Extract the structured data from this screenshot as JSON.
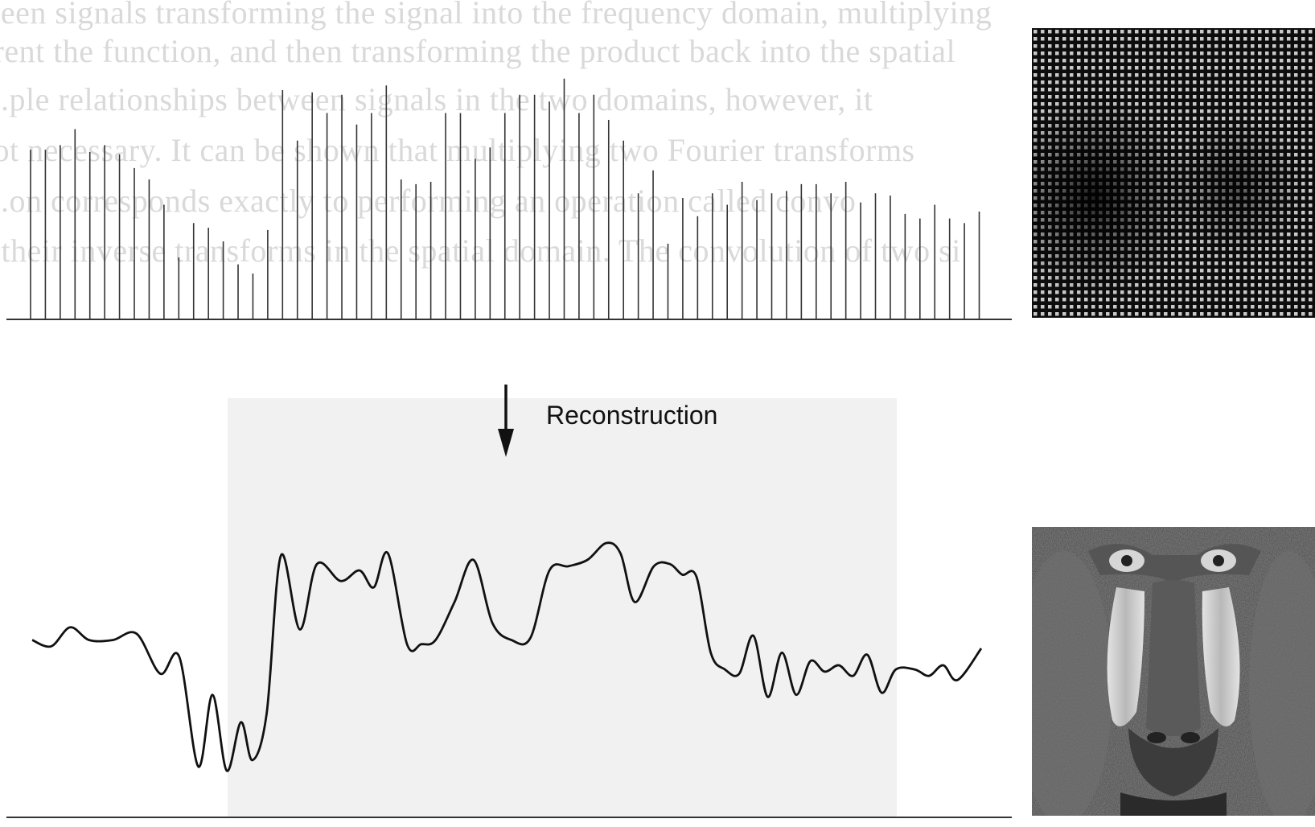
{
  "label": {
    "reconstruction": "Reconstruction"
  },
  "bleed_text": [
    "...ween signals transforming the signal into the frequency domain, multiplying",
    "...rent the function, and then transforming the product back into the spatial",
    "...ple relationships between signals in the two domains, however, it",
    "...ot necessary. It can be shown that multiplying two Fourier transforms",
    "...on corresponds exactly to performing an operation called convo",
    "...their inverse transforms in the spatial domain. The convolution of two si"
  ],
  "colors": {
    "ink": "#111111",
    "paper": "#ffffff",
    "shade": "#f1f1f1",
    "bleed": "#d9d9d9"
  },
  "icons": {
    "arrow": "down-arrow-icon"
  },
  "chart_data": {
    "type": "line",
    "samples": [
      0.74,
      0.74,
      0.76,
      0.83,
      0.73,
      0.76,
      0.72,
      0.66,
      0.61,
      0.5,
      0.27,
      0.42,
      0.4,
      0.34,
      0.24,
      0.2,
      0.39,
      1.0,
      0.78,
      0.99,
      0.9,
      0.98,
      0.85,
      0.9,
      1.02,
      0.61,
      0.59,
      0.6,
      0.9,
      0.9,
      0.7,
      0.75,
      0.9,
      0.98,
      0.98,
      0.95,
      1.05,
      0.9,
      0.98,
      0.87,
      0.78,
      0.55,
      0.65,
      0.33,
      0.53,
      0.45,
      0.55,
      0.5,
      0.6,
      0.52,
      0.55,
      0.56,
      0.59,
      0.59,
      0.55,
      0.6,
      0.51,
      0.55,
      0.54,
      0.46,
      0.44,
      0.5,
      0.44,
      0.42,
      0.47
    ],
    "curve": [
      [
        0.0,
        0.62
      ],
      [
        0.02,
        0.59
      ],
      [
        0.04,
        0.68
      ],
      [
        0.06,
        0.62
      ],
      [
        0.085,
        0.62
      ],
      [
        0.11,
        0.65
      ],
      [
        0.135,
        0.46
      ],
      [
        0.155,
        0.54
      ],
      [
        0.175,
        0.02
      ],
      [
        0.19,
        0.36
      ],
      [
        0.205,
        0.0
      ],
      [
        0.22,
        0.23
      ],
      [
        0.232,
        0.05
      ],
      [
        0.247,
        0.27
      ],
      [
        0.262,
        1.02
      ],
      [
        0.282,
        0.67
      ],
      [
        0.3,
        0.98
      ],
      [
        0.325,
        0.9
      ],
      [
        0.345,
        0.95
      ],
      [
        0.36,
        0.87
      ],
      [
        0.375,
        1.03
      ],
      [
        0.395,
        0.6
      ],
      [
        0.41,
        0.6
      ],
      [
        0.425,
        0.62
      ],
      [
        0.445,
        0.8
      ],
      [
        0.465,
        1.0
      ],
      [
        0.485,
        0.7
      ],
      [
        0.505,
        0.62
      ],
      [
        0.525,
        0.63
      ],
      [
        0.545,
        0.95
      ],
      [
        0.565,
        0.97
      ],
      [
        0.585,
        1.0
      ],
      [
        0.605,
        1.08
      ],
      [
        0.62,
        1.03
      ],
      [
        0.635,
        0.8
      ],
      [
        0.655,
        0.97
      ],
      [
        0.672,
        0.98
      ],
      [
        0.685,
        0.93
      ],
      [
        0.7,
        0.92
      ],
      [
        0.715,
        0.56
      ],
      [
        0.73,
        0.48
      ],
      [
        0.745,
        0.46
      ],
      [
        0.76,
        0.64
      ],
      [
        0.775,
        0.35
      ],
      [
        0.79,
        0.56
      ],
      [
        0.805,
        0.36
      ],
      [
        0.82,
        0.52
      ],
      [
        0.835,
        0.47
      ],
      [
        0.85,
        0.5
      ],
      [
        0.865,
        0.45
      ],
      [
        0.88,
        0.55
      ],
      [
        0.895,
        0.37
      ],
      [
        0.91,
        0.48
      ],
      [
        0.93,
        0.48
      ],
      [
        0.945,
        0.45
      ],
      [
        0.96,
        0.5
      ],
      [
        0.975,
        0.43
      ],
      [
        1.0,
        0.58
      ]
    ]
  }
}
